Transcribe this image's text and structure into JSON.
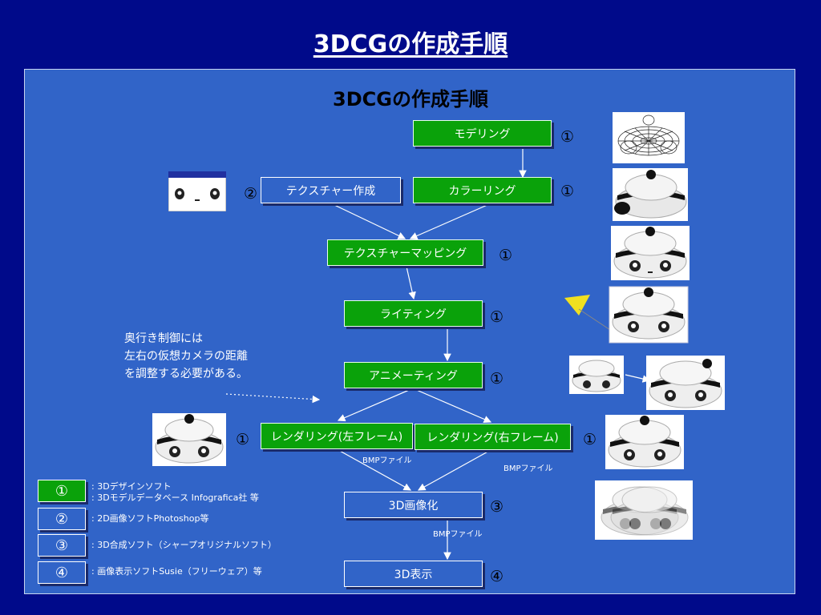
{
  "title": "3DCGの作成手順",
  "subtitle": "3DCGの作成手順",
  "steps": {
    "modeling": "モデリング",
    "texture_create": "テクスチャー作成",
    "coloring": "カラーリング",
    "texture_mapping": "テクスチャーマッピング",
    "lighting": "ライティング",
    "animating": "アニメーティング",
    "render_left": "レンダリング(左フレーム)",
    "render_right": "レンダリング(右フレーム)",
    "imaging3d": "3D画像化",
    "display3d": "3D表示"
  },
  "markers": {
    "m1": "①",
    "m2": "②",
    "m3": "③",
    "m4": "④"
  },
  "bmp_label": "BMPファイル",
  "note": {
    "line1": "奥行き制御には",
    "line2": "左右の仮想カメラの距離",
    "line3": "を調整する必要がある。"
  },
  "legend": [
    {
      "marker": "①",
      "line1": ": 3Dデザインソフト",
      "line2": ": 3Dモデルデータベース Infografica社 等"
    },
    {
      "marker": "②",
      "line1": ": 2D画像ソフトPhotoshop等"
    },
    {
      "marker": "③",
      "line1": ": 3D合成ソフト（シャープオリジナルソフト）"
    },
    {
      "marker": "④",
      "line1": ": 画像表示ソフトSusie（フリーウェア）等"
    }
  ],
  "colors": {
    "background": "#000a8a",
    "panel": "#3164c8",
    "step_green": "#0aa20a",
    "highlight_yellow": "#f0e020"
  }
}
